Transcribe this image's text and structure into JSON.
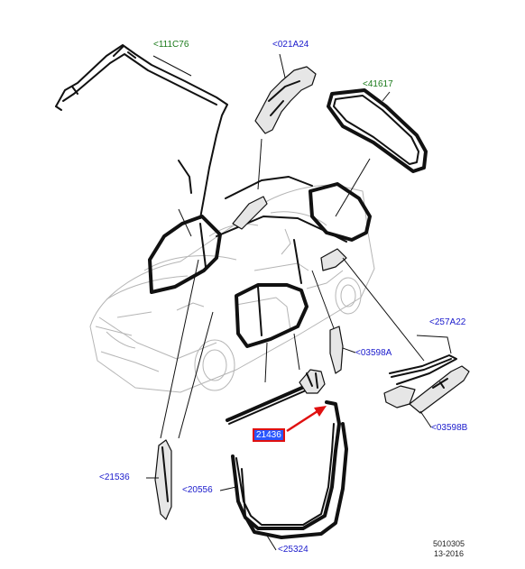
{
  "colors": {
    "label_blue": "#1a1acc",
    "label_green": "#1a7a1a",
    "highlight_fill": "#2a57ff",
    "highlight_border": "#e01010",
    "arrow": "#e01010",
    "line": "#111111",
    "vehicle": "#b5b5b5"
  },
  "callouts": {
    "c111C76": "<111C76",
    "c021A24": "<021A24",
    "c41617": "<41617",
    "c257A22": "<257A22",
    "c03598A": "<03598A",
    "c03598B": "<03598B",
    "c21436": "21436",
    "c21536": "<21536",
    "c20556": "<20556",
    "c25324": "<25324"
  },
  "reference": {
    "code": "5010305",
    "date": "13-2016"
  },
  "selected_part": "21436"
}
